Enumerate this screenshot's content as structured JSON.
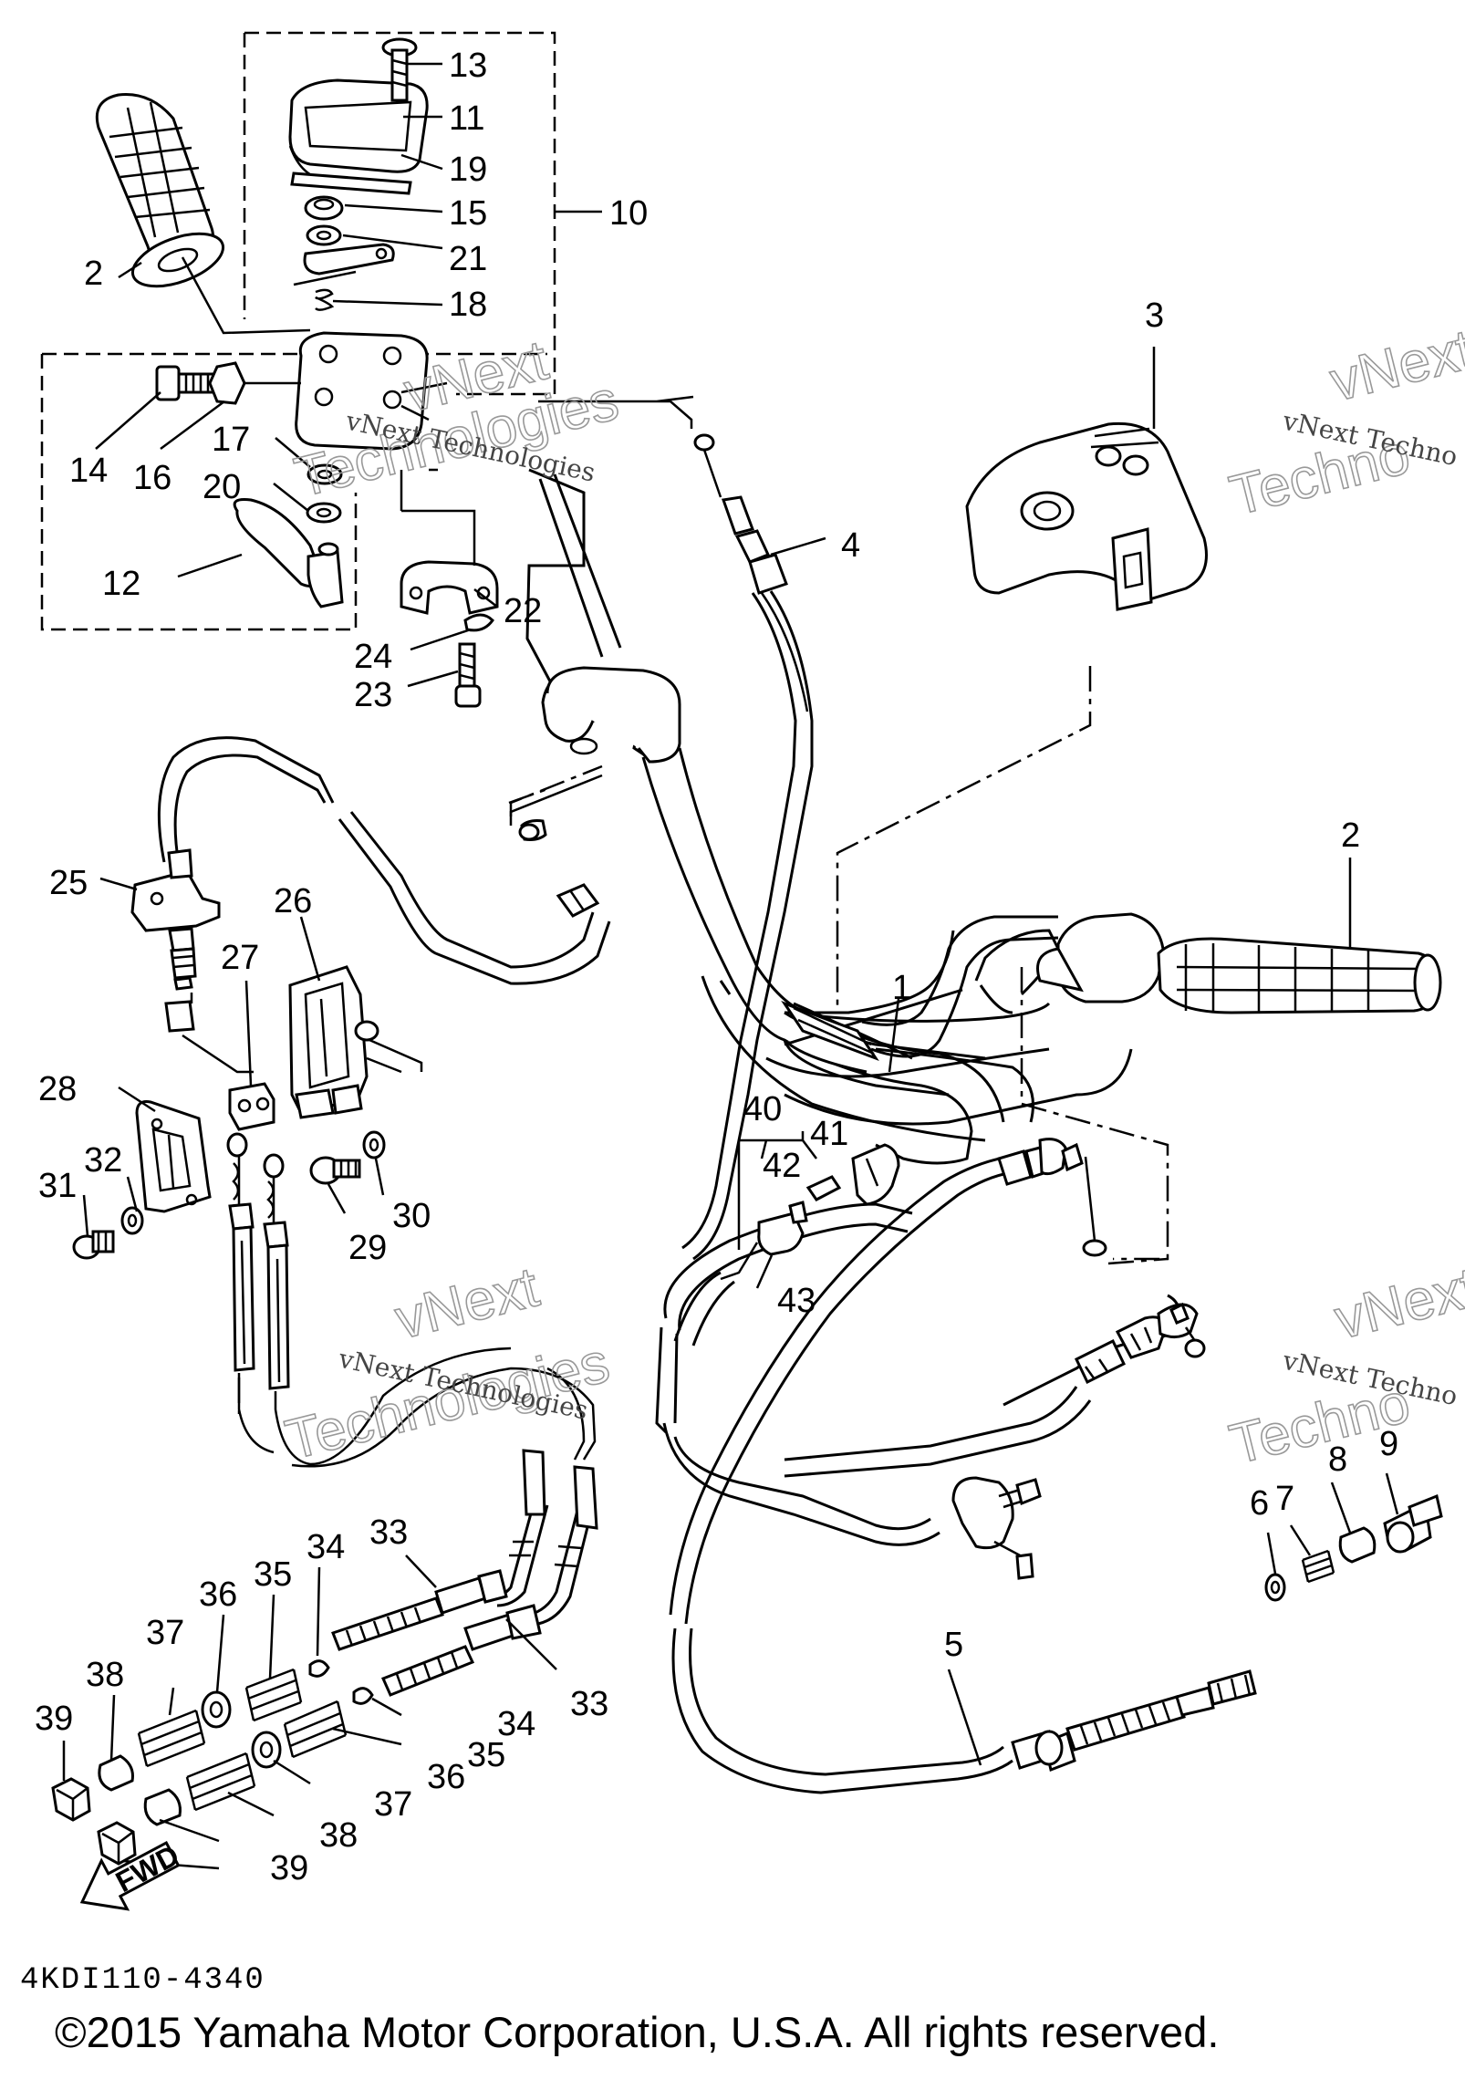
{
  "callouts": [
    "1",
    "2",
    "2",
    "3",
    "4",
    "5",
    "6",
    "7",
    "8",
    "9",
    "10",
    "11",
    "12",
    "13",
    "14",
    "15",
    "16",
    "17",
    "18",
    "19",
    "20",
    "21",
    "22",
    "23",
    "24",
    "25",
    "26",
    "27",
    "28",
    "29",
    "30",
    "31",
    "32",
    "33",
    "33",
    "34",
    "34",
    "35",
    "35",
    "36",
    "36",
    "37",
    "37",
    "38",
    "38",
    "39",
    "39",
    "40",
    "41",
    "42",
    "43"
  ],
  "watermark": {
    "text": "vNext Technologies",
    "text_cut": "vNext Techno",
    "big_word_1": "vNext",
    "big_word_2": "Technologies",
    "big_cut_1": "vNext",
    "big_cut_2": "Techno"
  },
  "fwd_label": "FWD",
  "diagram_code": "4KDI110-4340",
  "copyright": "©2015 Yamaha Motor Corporation, U.S.A. All rights reserved."
}
